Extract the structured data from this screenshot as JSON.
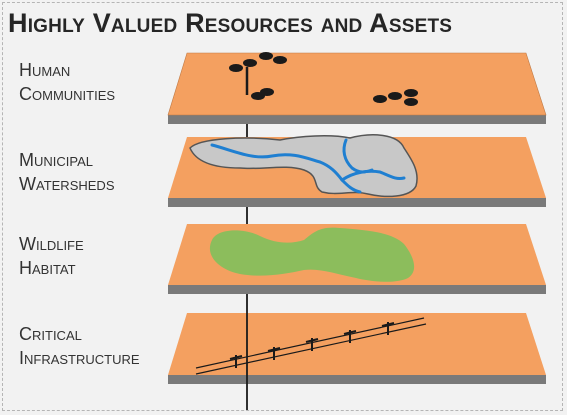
{
  "title": "Highly Valued Resources and Assets",
  "colors": {
    "plane_top": "#f4a060",
    "plane_edge": "#7a7a7a",
    "watershed_gray": "#c8c8c8",
    "water_blue": "#1f7fd1",
    "habitat_green": "#8cbd5c",
    "marker_black": "#1a1a1a"
  },
  "layers": [
    {
      "line1": "Human",
      "line2": "Communities",
      "content": "community-markers"
    },
    {
      "line1": "Municipal",
      "line2": "Watersheds",
      "content": "watershed-with-streams"
    },
    {
      "line1": "Wildlife",
      "line2": "Habitat",
      "content": "habitat-patch"
    },
    {
      "line1": "Critical",
      "line2": "Infrastructure",
      "content": "power-line-towers"
    }
  ]
}
